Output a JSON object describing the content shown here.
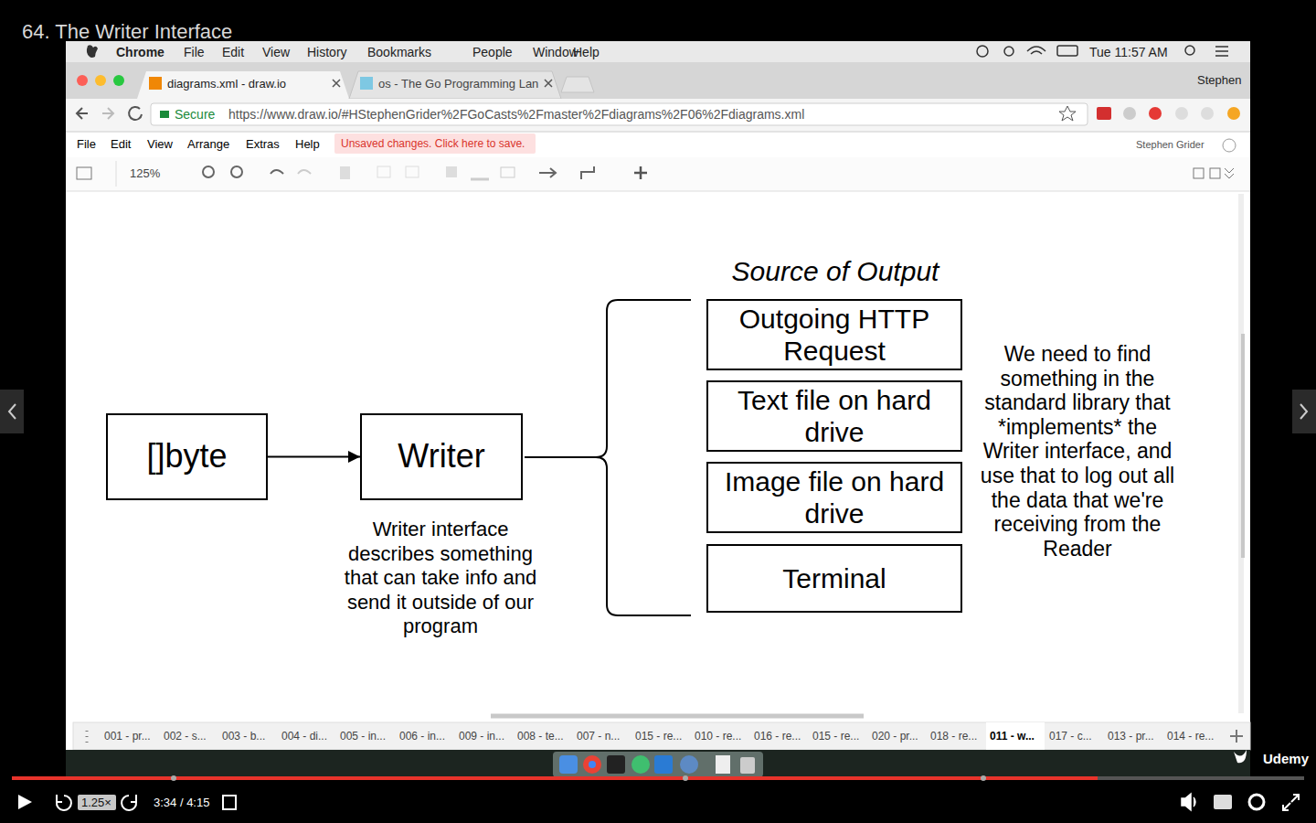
{
  "diagram": {
    "title": "64. The Writer Interface",
    "nodes": [
      {
        "text": [
          "[]byte"
        ]
      },
      {
        "text": [
          "Writer"
        ]
      },
      {
        "text": [
          "Outgoing HTTP Request"
        ]
      },
      {
        "text": [
          "Text file on hard drive"
        ]
      },
      {
        "text": [
          "Image file on hard drive"
        ]
      },
      {
        "text": [
          "Terminal"
        ]
      }
    ],
    "edges": [
      {
        "from": 0,
        "to": 1,
        "arrow": "to"
      }
    ],
    "labels": [
      "Source of Output",
      "Writer interface describes something that can take info and send it outside of our program",
      "We need to find something in the standard library that *implements* the Writer interface, and use that to log out all the data that we're receiving from the Reader",
      "Chrome",
      "File",
      "Edit",
      "View",
      "History",
      "Bookmarks",
      "People",
      "Window",
      "Help",
      "Tue 11:57 AM",
      "diagrams.xml - draw.io",
      "os - The Go Programming Lan",
      "Stephen",
      "Secure",
      "https://www.draw.io/#HStephenGrider%2FGoCasts%2Fmaster%2Fdiagrams%2F06%2Fdiagrams.xml",
      "File",
      "Edit",
      "View",
      "Arrange",
      "Extras",
      "Help",
      "Unsaved changes. Click here to save.",
      "Stephen Grider",
      "125%",
      "001 - pr...",
      "002 - s...",
      "003 - b...",
      "004 - di...",
      "005 - in...",
      "006 - in...",
      "009 - in...",
      "008 - te...",
      "007 - n...",
      "015 - re...",
      "010 - re...",
      "016 - re...",
      "015 - re...",
      "020 - pr...",
      "018 - re...",
      "011 - w...",
      "017 - c...",
      "013 - pr...",
      "014 - re...",
      "Udemy",
      "1.25×",
      "3:34 / 4:15"
    ]
  }
}
